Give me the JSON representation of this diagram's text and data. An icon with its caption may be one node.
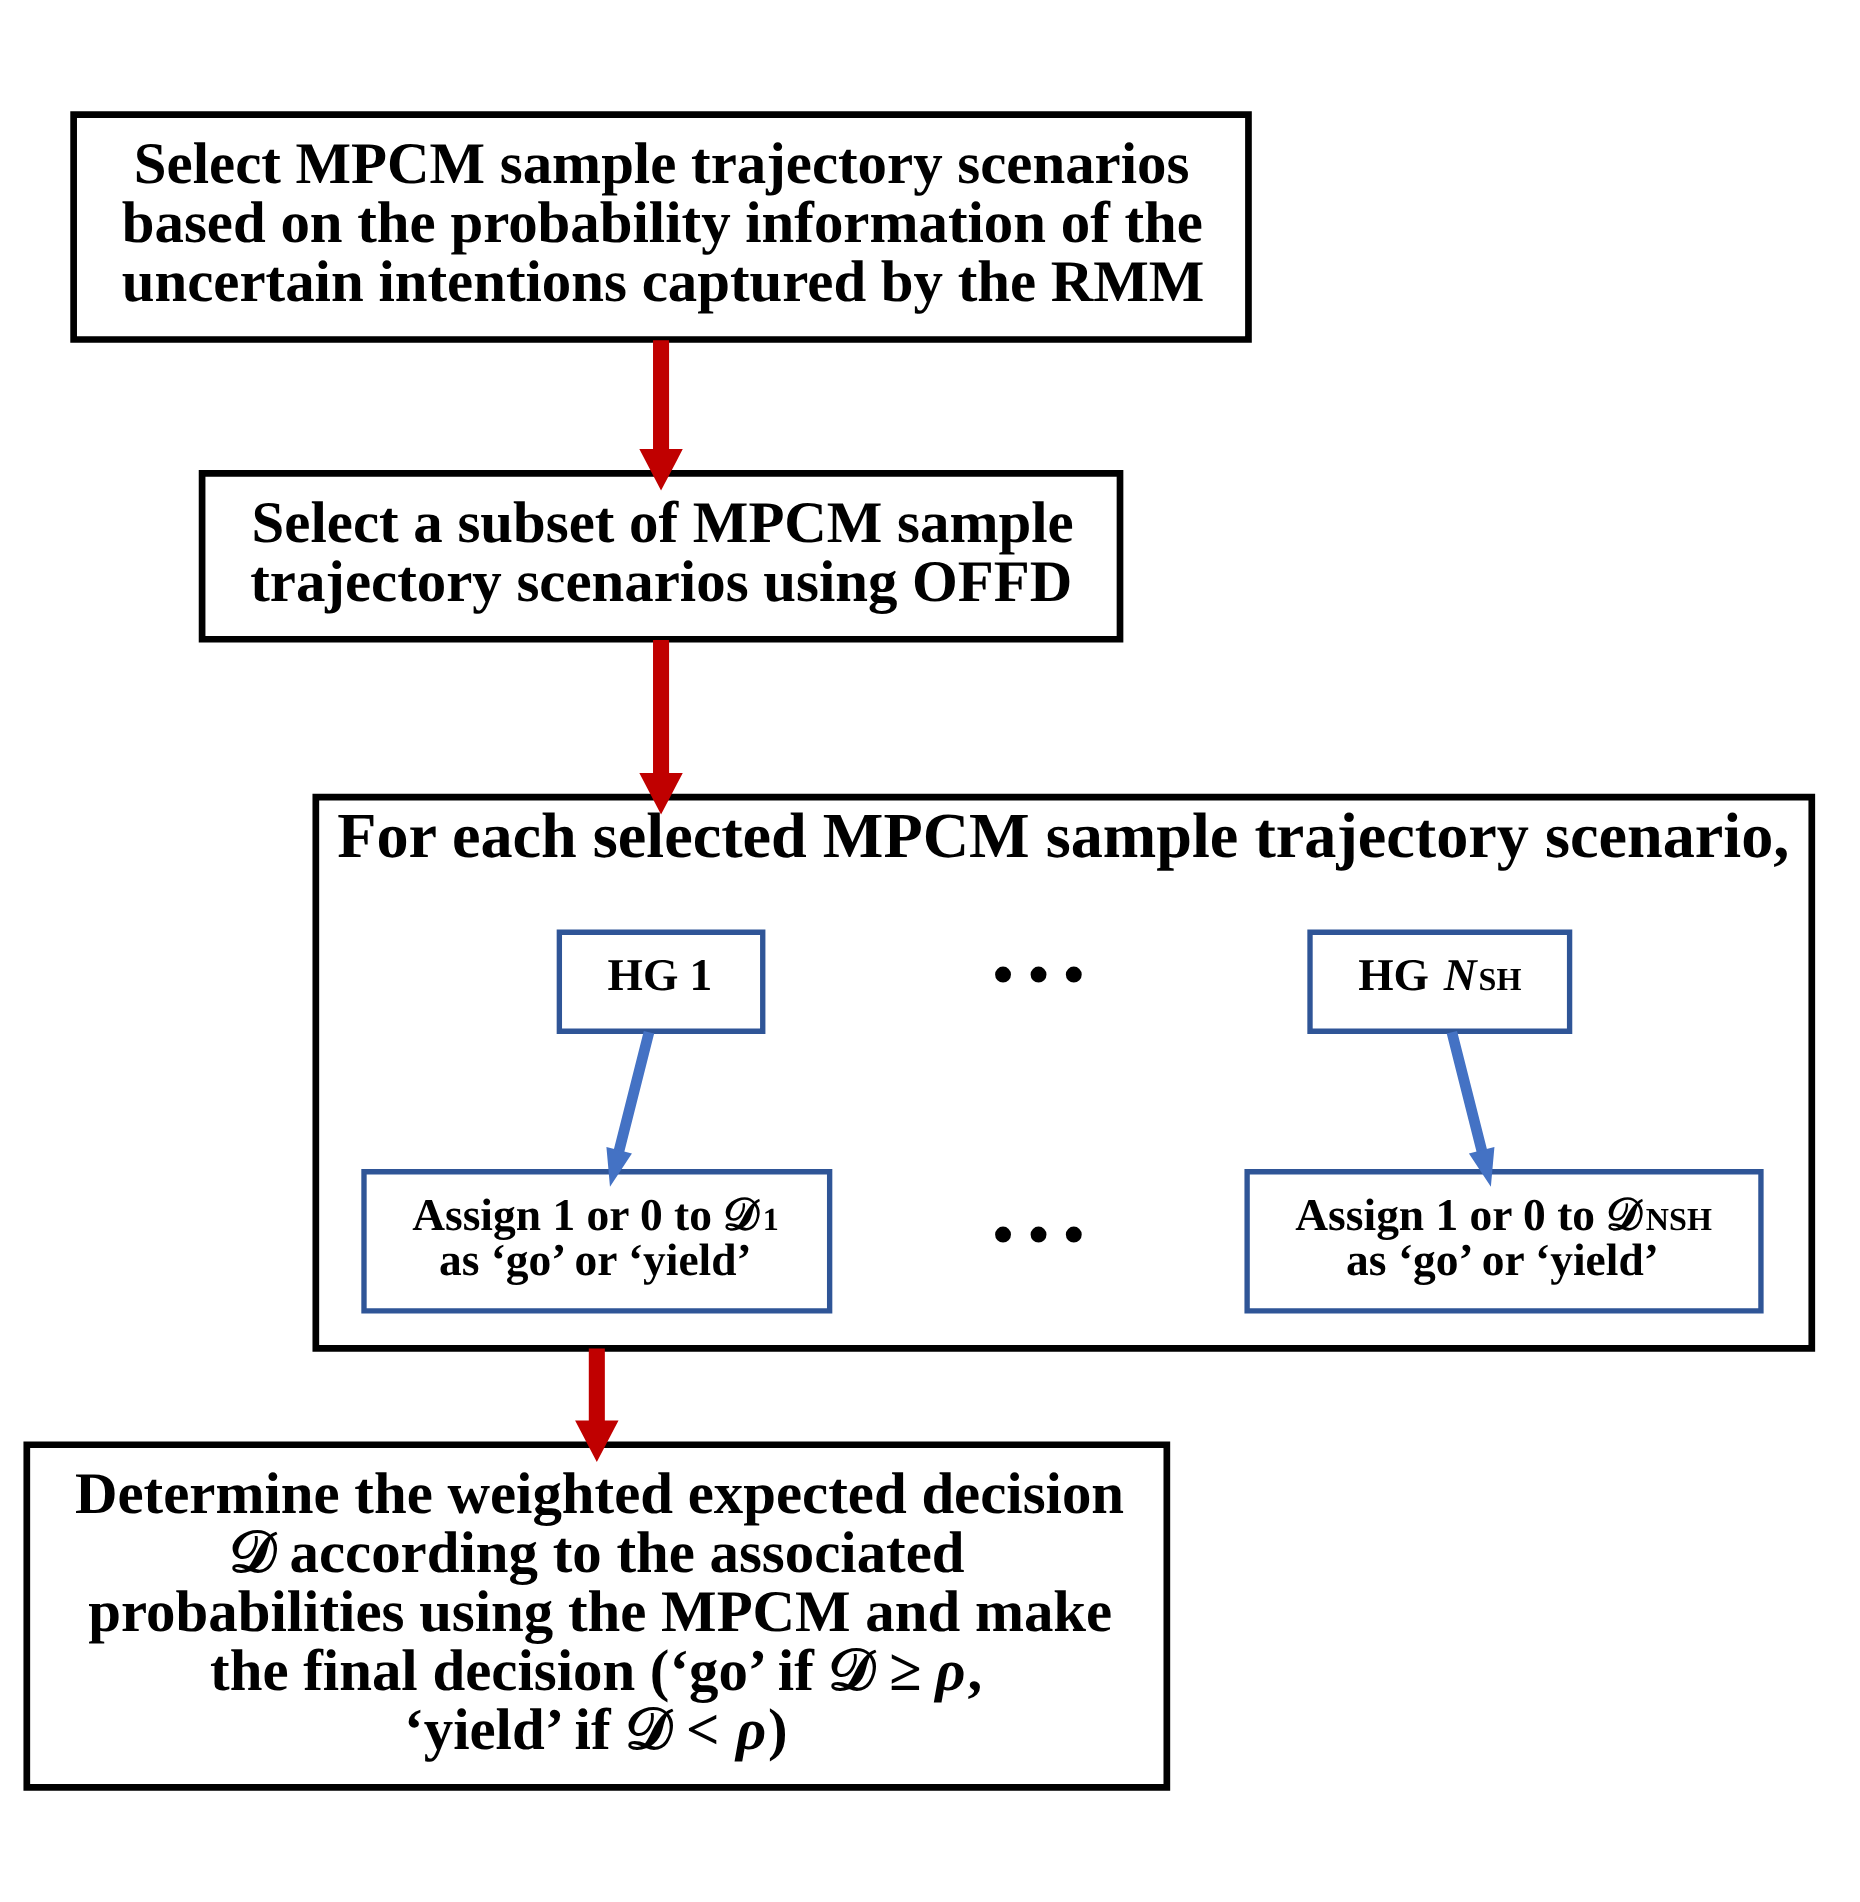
{
  "diagram": {
    "nodes": [
      {
        "text": [
          "Select MPCM sample trajectory scenarios based on the probability information of the uncertain intentions captured by the RMM"
        ]
      },
      {
        "text": [
          "Select a subset of MPCM sample trajectory scenarios using OFFD"
        ]
      },
      {
        "text": [
          "For each selected MPCM sample trajectory scenario,"
        ]
      },
      {
        "text": [
          "HG 1"
        ],
        "in": 2
      },
      {
        "text": [
          "HG *N*$_{SH}$"
        ],
        "in": 2
      },
      {
        "text": [
          "Assign 1 or 0 to 𝒟$_{1}$ as ‘go’ or ‘yield’"
        ],
        "in": 2
      },
      {
        "text": [
          "Assign 1 or 0 to 𝒟$_{NSH}$ as ‘go’ or ‘yield’"
        ],
        "in": 2
      },
      {
        "text": [
          "Determine the weighted expected decision 𝒟 according to the associated probabilities using the MPCM and make the final decision (‘go’ if 𝒟 ≥ *ρ*, ‘yield’ if 𝒟 < *ρ*)"
        ]
      }
    ],
    "edges": [
      {
        "from": 0,
        "to": 1,
        "arrow": "to"
      },
      {
        "from": 1,
        "to": 2,
        "arrow": "to"
      },
      {
        "from": 3,
        "to": 5,
        "arrow": "to",
        "color": "#4472c4"
      },
      {
        "from": 4,
        "to": 6,
        "arrow": "to",
        "color": "#4472c4"
      },
      {
        "from": 2,
        "to": 7,
        "arrow": "to"
      }
    ],
    "labels": [
      "• • •",
      "• • •"
    ]
  }
}
